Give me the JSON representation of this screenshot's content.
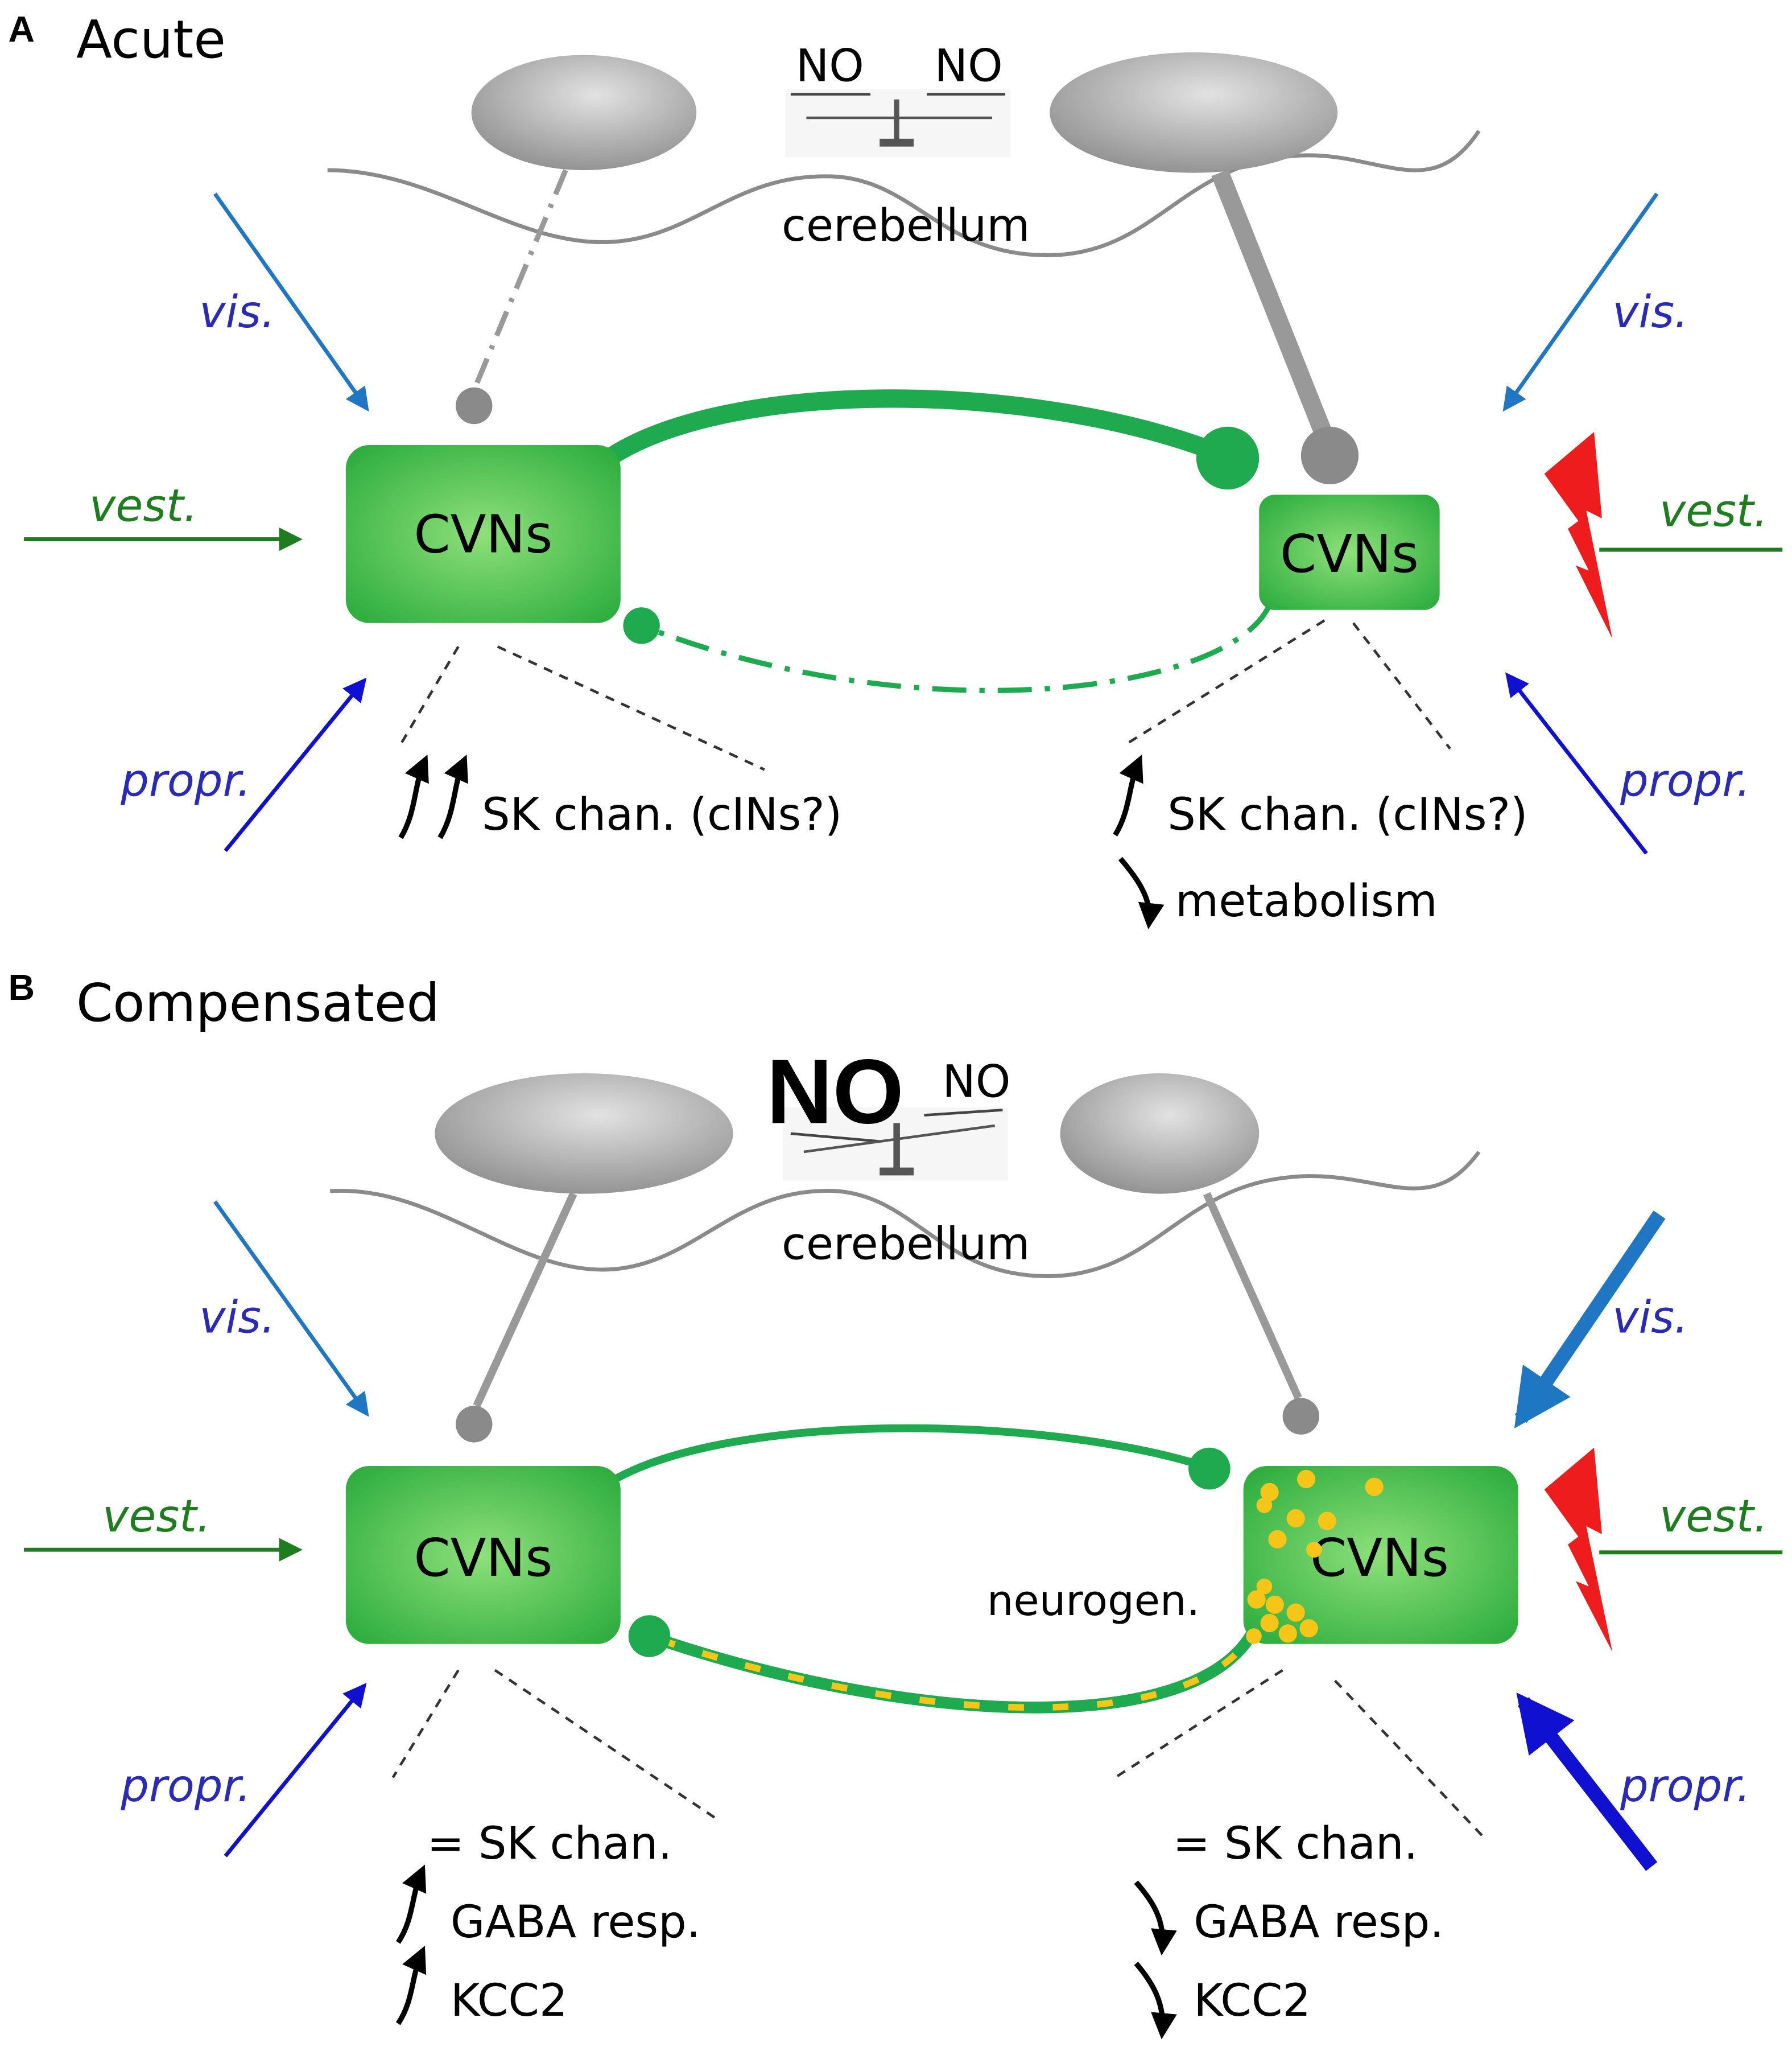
{
  "panels": [
    {
      "letter": "A",
      "title": "Acute",
      "no_left": "NO",
      "no_right": "NO",
      "cerebellum": "cerebellum",
      "cvn_left": "CVNs",
      "cvn_right": "CVNs",
      "inputs_left": {
        "vis": "vis.",
        "vest": "vest.",
        "propr": "propr."
      },
      "inputs_right": {
        "vis": "vis.",
        "vest": "vest.",
        "propr": "propr."
      },
      "left_notes": [
        "SK chan. (cINs?)"
      ],
      "right_notes": [
        "SK chan. (cINs?)",
        "metabolism"
      ]
    },
    {
      "letter": "B",
      "title": "Compensated",
      "no_left": "NO",
      "no_right": "NO",
      "cerebellum": "cerebellum",
      "cvn_left": "CVNs",
      "cvn_right": "CVNs",
      "neurogen": "neurogen.",
      "inputs_left": {
        "vis": "vis.",
        "vest": "vest.",
        "propr": "propr."
      },
      "inputs_right": {
        "vis": "vis.",
        "vest": "vest.",
        "propr": "propr."
      },
      "left_notes": [
        "= SK chan.",
        "GABA resp.",
        "KCC2"
      ],
      "right_notes": [
        "= SK chan.",
        "GABA resp.",
        "KCC2"
      ]
    }
  ],
  "colors": {
    "cvn_green": "#3cb44a",
    "connection_green": "#1faa4f",
    "purkinje_gray": "#999999",
    "vis_blue": "#1f77c4",
    "propr_blue": "#1010d0",
    "vest_green": "#1e7d1e",
    "label_blue": "#2a2ab8",
    "lesion_red": "#ee1c1c",
    "neurogenesis_yellow": "#f5c518"
  },
  "icons": {
    "lesion": "lightning-bolt-icon",
    "balance": "balance-scale-icon",
    "up": "up-arrow-icon",
    "down": "down-arrow-icon"
  }
}
